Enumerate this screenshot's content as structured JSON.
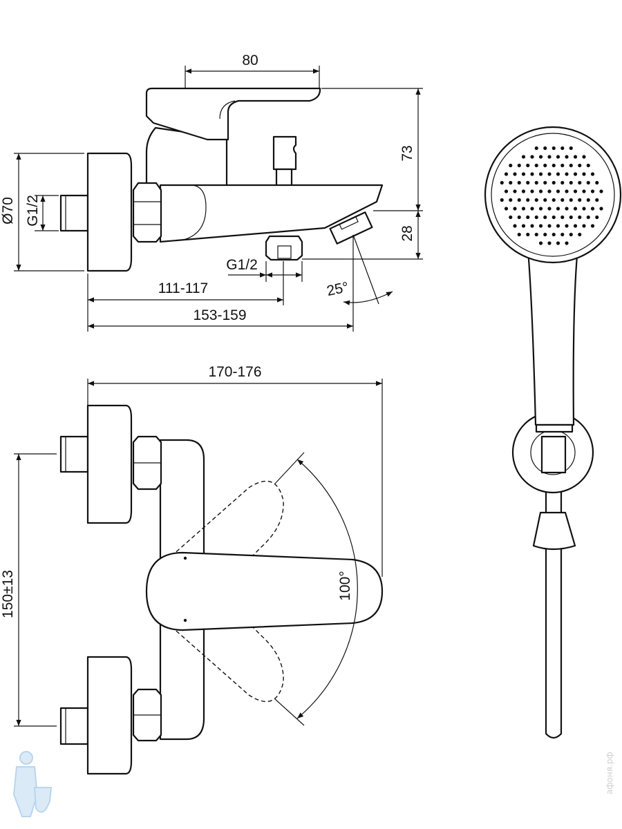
{
  "drawing": {
    "side_view": {
      "dim_handle_width": "80",
      "dim_height_top": "73",
      "dim_height_spout": "28",
      "dim_flange_diameter": "Ø70",
      "dim_inlet_thread": "G1/2",
      "dim_outlet_thread": "G1/2",
      "dim_outlet_distance": "111-117",
      "dim_spout_length": "153-159",
      "dim_aerator_angle": "25°"
    },
    "top_view": {
      "dim_total_length": "170-176",
      "dim_inlet_spacing": "150±13",
      "dim_handle_rotation": "100°"
    }
  },
  "watermark": "афоня.рф",
  "colors": {
    "line": "#111111",
    "logo": "#b8d6ee"
  }
}
